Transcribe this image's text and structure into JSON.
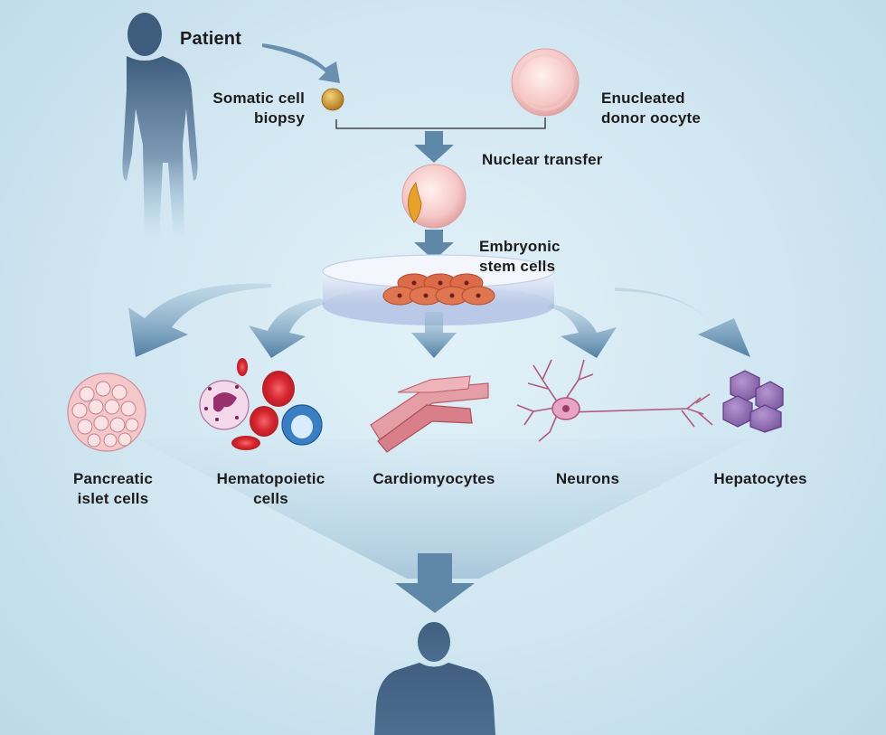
{
  "patient_label": "Patient",
  "somatic_label": [
    "Somatic cell",
    "biopsy"
  ],
  "oocyte_label": [
    "Enucleated",
    "donor oocyte"
  ],
  "nuclear_transfer_label": "Nuclear transfer",
  "stem_cells_label": [
    "Embryonic",
    "stem cells"
  ],
  "cell_types": [
    {
      "name": "pancreatic",
      "lines": [
        "Pancreatic",
        "islet cells"
      ]
    },
    {
      "name": "hematopoietic",
      "lines": [
        "Hematopoietic",
        "cells"
      ]
    },
    {
      "name": "cardiomyocytes",
      "lines": [
        "Cardiomyocytes"
      ]
    },
    {
      "name": "neurons",
      "lines": [
        "Neurons"
      ]
    },
    {
      "name": "hepatocytes",
      "lines": [
        "Hepatocytes"
      ]
    }
  ],
  "colors": {
    "background": "#d3e8f3",
    "arrow": "#5e87a8",
    "silhouette": "#3f5f80",
    "text": "#1c1c1c"
  }
}
